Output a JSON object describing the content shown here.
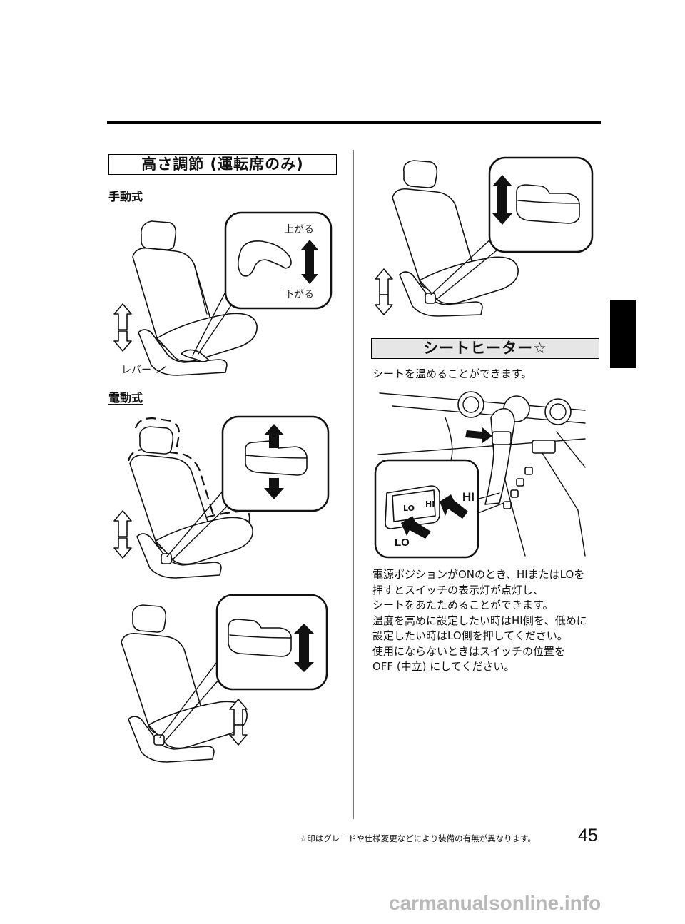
{
  "section_height": {
    "heading": "高さ調節 (運転席のみ)",
    "manual": {
      "subheading": "手動式",
      "label_up": "上がる",
      "label_down": "下がる",
      "label_lever": "レバー"
    },
    "power": {
      "subheading": "電動式"
    }
  },
  "section_heater": {
    "heading": "シートヒーター☆",
    "intro": "シートを温めることができます。",
    "figure_labels": {
      "hi_callout": "HI",
      "lo_callout": "LO",
      "switch_lo": "LO",
      "switch_hi": "HI"
    },
    "body_lines": [
      "電源ポジションがONのとき、HIまたはLOを",
      "押すとスイッチの表示灯が点灯し、",
      "シートをあたためることができます。",
      "温度を高めに設定したい時はHI側を、低めに",
      "設定したい時はLO側を押してください。",
      "使用にならないときはスイッチの位置を",
      "OFF (中立) にしてください。"
    ]
  },
  "footer": {
    "note": "☆印はグレードや仕様変更などにより装備の有無が異なります。",
    "page_number": "45"
  },
  "watermark": "carmanualsonline.info"
}
